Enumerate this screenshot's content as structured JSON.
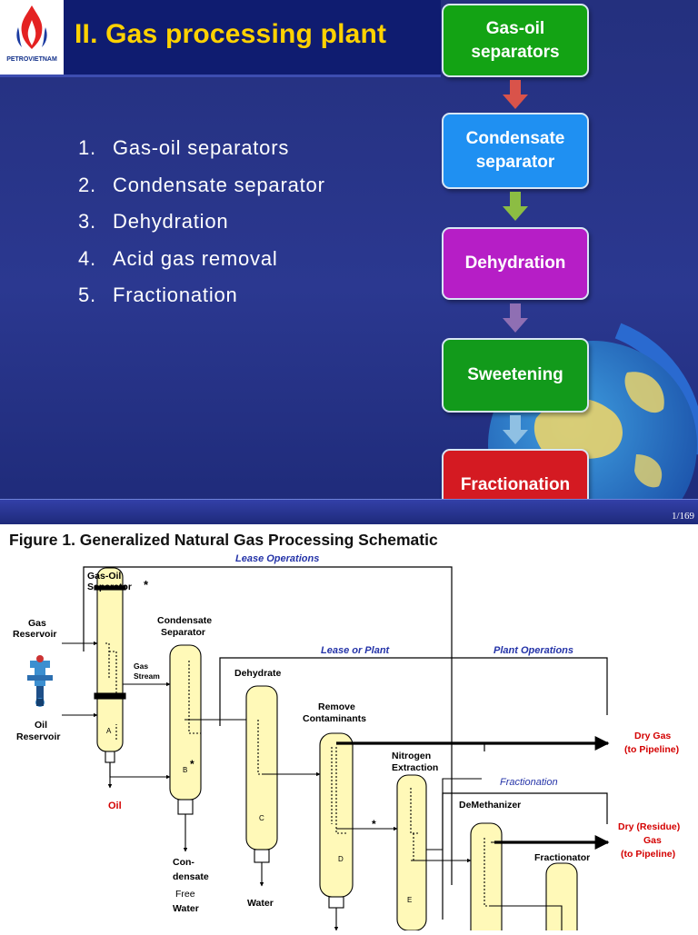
{
  "slide": {
    "logo_text": "PETROVIETNAM",
    "title": "II. Gas processing plant",
    "steps": [
      {
        "num": "1.",
        "text": "Gas-oil separators"
      },
      {
        "num": "2.",
        "text": "Condensate separator"
      },
      {
        "num": "3.",
        "text": "Dehydration"
      },
      {
        "num": "4.",
        "text": "Acid gas removal"
      },
      {
        "num": "5.",
        "text": "Fractionation"
      }
    ],
    "flow": [
      {
        "line1": "Gas-oil",
        "line2": "separators",
        "color": "#13a314"
      },
      {
        "line1": "Condensate",
        "line2": "separator",
        "color": "#1f90f2"
      },
      {
        "line1": "Dehydration",
        "line2": "",
        "color": "#b61ec6"
      },
      {
        "line1": "Sweetening",
        "line2": "",
        "color": "#129a1b"
      },
      {
        "line1": "Fractionation",
        "line2": "",
        "color": "#d41a22"
      }
    ],
    "arrow_colors": [
      "#d9534a",
      "#8cbd43",
      "#8f6fb3",
      "#8fc0e3"
    ],
    "page_number": "1/169"
  },
  "figure": {
    "title": "Figure 1. Generalized Natural Gas Processing Schematic",
    "section_labels": {
      "lease_operations": "Lease Operations",
      "lease_or_plant": "Lease or Plant",
      "plant_operations": "Plant Operations",
      "fractionation": "Fractionation"
    },
    "labels": {
      "gas_oil_separator_1": "Gas-Oil",
      "gas_oil_separator_2": "Separator",
      "star": "*",
      "gas_reservoir_1": "Gas",
      "gas_reservoir_2": "Reservoir",
      "oil_reservoir_1": "Oil",
      "oil_reservoir_2": "Reservoir",
      "condensate_separator_1": "Condensate",
      "condensate_separator_2": "Separator",
      "gas_stream_1": "Gas",
      "gas_stream_2": "Stream",
      "dehydrate": "Dehydrate",
      "remove_contaminants_1": "Remove",
      "remove_contaminants_2": "Contaminants",
      "nitrogen_extraction_1": "Nitrogen",
      "nitrogen_extraction_2": "Extraction",
      "demethanizer": "DeMethanizer",
      "fractionator": "Fractionator",
      "oil": "Oil",
      "condensate_1": "Con-",
      "condensate_2": "densate",
      "free_water_1": "Free",
      "free_water_2": "Water",
      "water": "Water",
      "dry_gas_1": "Dry  Gas",
      "dry_gas_2": "(to Pipeline)",
      "dry_residue_1": "Dry (Residue)",
      "dry_residue_2": "Gas",
      "dry_residue_3": "(to Pipeline)",
      "vessel_a": "A",
      "vessel_b": "B",
      "vessel_c": "C",
      "vessel_d": "D",
      "vessel_e": "E"
    },
    "colors": {
      "vessel_fill": "#fff9b8",
      "product_red": "#d40000",
      "section_blue": "#2433a8"
    }
  }
}
